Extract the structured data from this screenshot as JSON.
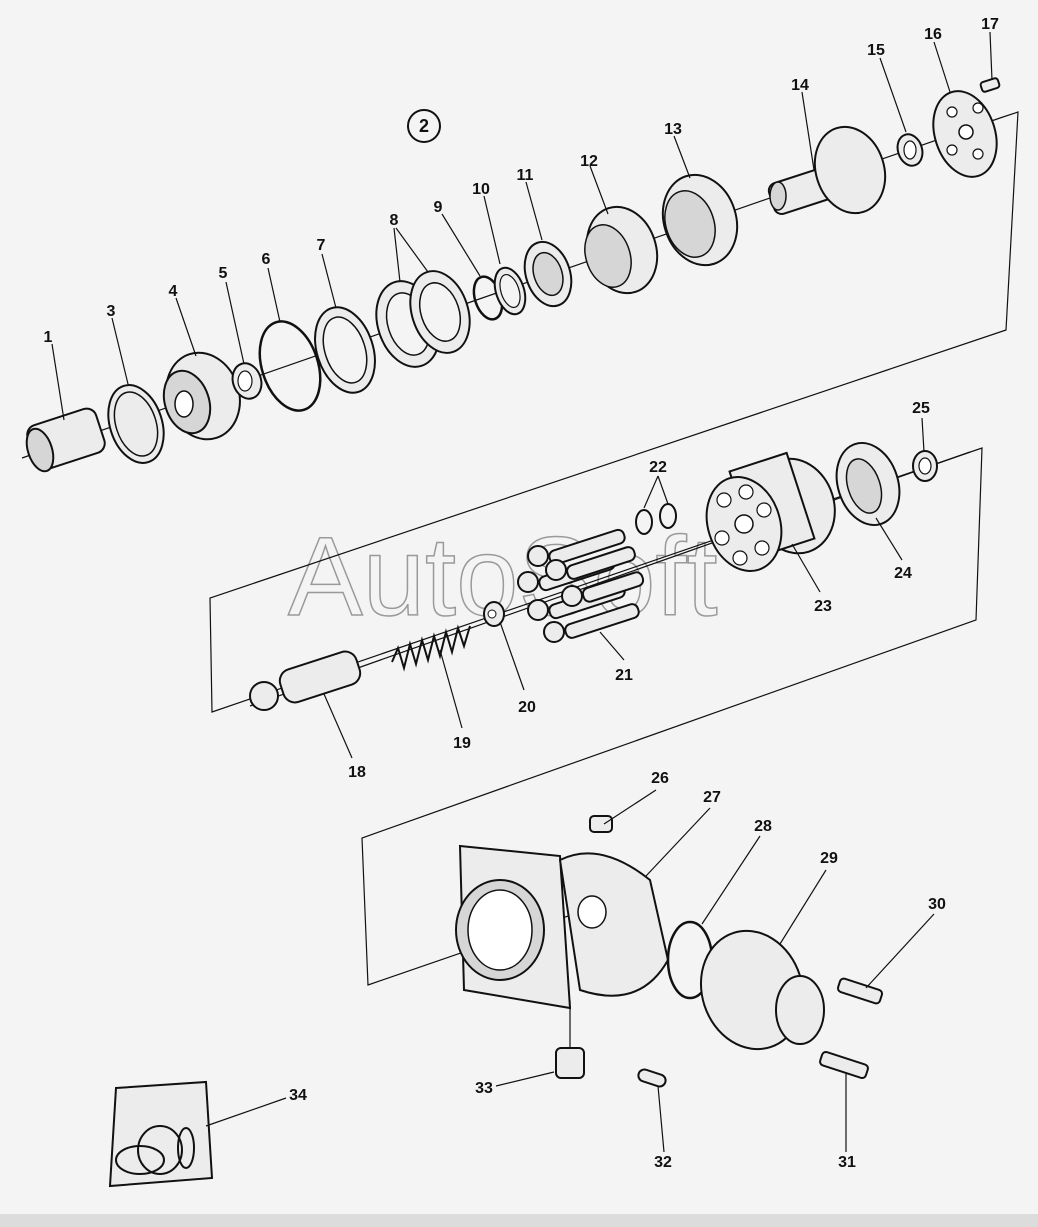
{
  "group_marker": "2",
  "watermark": "AutoSoft",
  "callouts": [
    {
      "id": "1",
      "label": "1"
    },
    {
      "id": "2",
      "label": "3"
    },
    {
      "id": "3",
      "label": "4"
    },
    {
      "id": "4",
      "label": "5"
    },
    {
      "id": "5",
      "label": "6"
    },
    {
      "id": "6",
      "label": "7"
    },
    {
      "id": "7",
      "label": "8"
    },
    {
      "id": "8",
      "label": "9"
    },
    {
      "id": "9",
      "label": "10"
    },
    {
      "id": "10",
      "label": "11"
    },
    {
      "id": "11",
      "label": "12"
    },
    {
      "id": "12",
      "label": "13"
    },
    {
      "id": "13",
      "label": "14"
    },
    {
      "id": "14",
      "label": "15"
    },
    {
      "id": "15",
      "label": "16"
    },
    {
      "id": "16",
      "label": "17"
    },
    {
      "id": "17",
      "label": "18"
    },
    {
      "id": "18",
      "label": "19"
    },
    {
      "id": "19",
      "label": "20"
    },
    {
      "id": "20",
      "label": "21"
    },
    {
      "id": "21",
      "label": "22"
    },
    {
      "id": "22",
      "label": "23"
    },
    {
      "id": "23",
      "label": "24"
    },
    {
      "id": "24",
      "label": "25"
    },
    {
      "id": "25",
      "label": "26"
    },
    {
      "id": "26",
      "label": "27"
    },
    {
      "id": "27",
      "label": "28"
    },
    {
      "id": "28",
      "label": "29"
    },
    {
      "id": "29",
      "label": "30"
    },
    {
      "id": "30",
      "label": "31"
    },
    {
      "id": "31",
      "label": "32"
    },
    {
      "id": "32",
      "label": "33"
    },
    {
      "id": "33",
      "label": "34"
    }
  ]
}
